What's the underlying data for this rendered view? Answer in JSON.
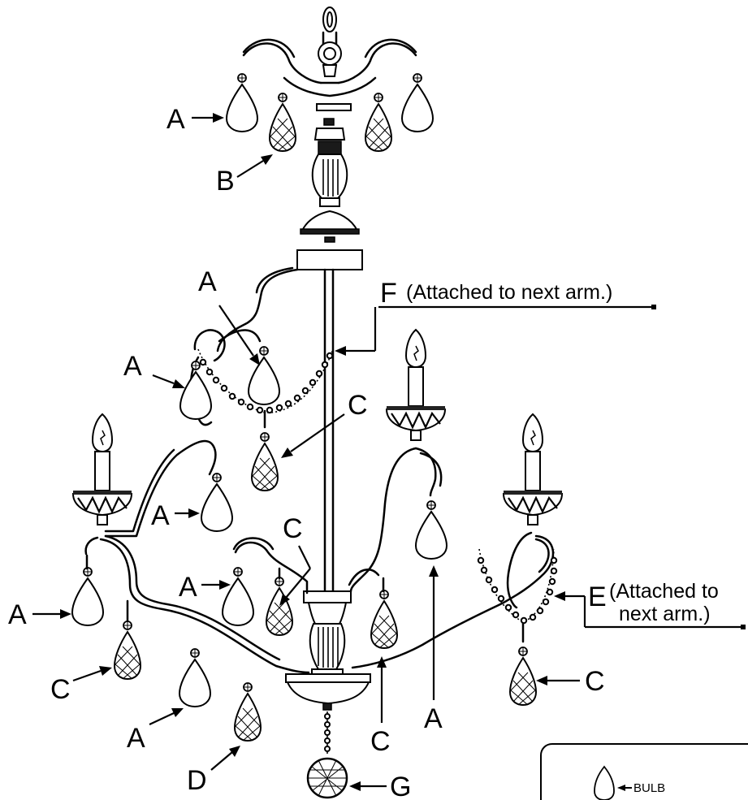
{
  "labels": {
    "A": "A",
    "B": "B",
    "C": "C",
    "D": "D",
    "E": "E",
    "F": "F",
    "G": "G"
  },
  "notes": {
    "f_note": "(Attached to next arm.)",
    "e_note_line1": "(Attached to",
    "e_note_line2": "next arm.)"
  },
  "legend": {
    "bulb_label": "BULB"
  }
}
